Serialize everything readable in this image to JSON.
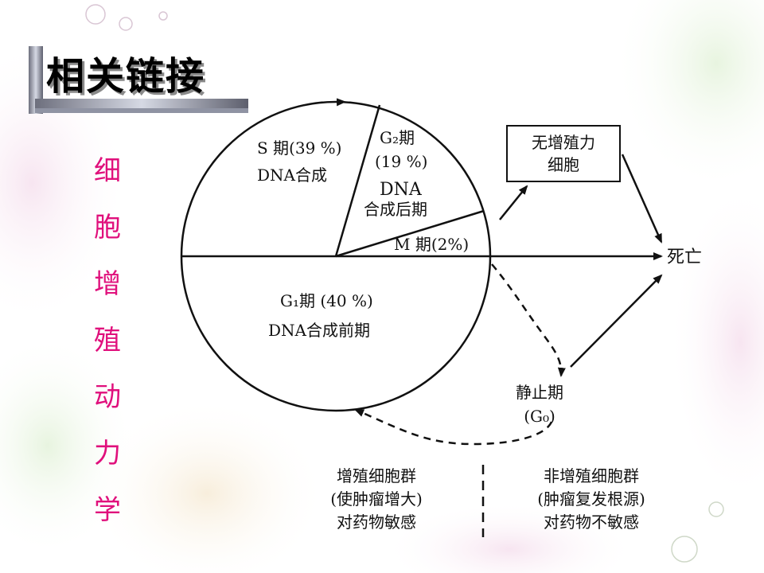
{
  "title": "相关链接",
  "side_label": "细胞增殖动力学",
  "colors": {
    "accent": "#e0107c",
    "line": "#111111"
  },
  "diagram": {
    "phase_s": "S 期(39 %)",
    "phase_s_desc": "DNA合成",
    "phase_g2": "G₂期",
    "phase_g2_pct": "(19 %)",
    "phase_g2_desc1": "DNA",
    "phase_g2_desc2": "合成后期",
    "phase_m": "M 期(2%)",
    "phase_g1": "G₁期 (40 %)",
    "phase_g1_desc": "DNA合成前期",
    "no_prolif_1": "无增殖力",
    "no_prolif_2": "细胞",
    "death": "死亡",
    "rest_1": "静止期",
    "rest_2": "(G₀)",
    "left_group": [
      "增殖细胞群",
      "(使肿瘤增大)",
      "对药物敏感"
    ],
    "right_group": [
      "非增殖细胞群",
      "(肿瘤复发根源)",
      "对药物不敏感"
    ]
  }
}
